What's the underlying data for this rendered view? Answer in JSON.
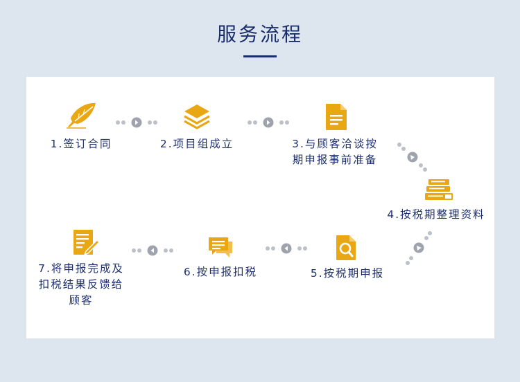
{
  "title": "服务流程",
  "colors": {
    "primary": "#1a2d6b",
    "accent": "#e9a714",
    "connector": "#bcc0c8",
    "background": "#dde6ef"
  },
  "steps": [
    {
      "icon": "feather-quill-icon",
      "lines": [
        "1.签订合同"
      ]
    },
    {
      "icon": "layers-stack-icon",
      "lines": [
        "2.项目组成立"
      ]
    },
    {
      "icon": "document-icon",
      "lines": [
        "3.与顾客洽谈按",
        "期申报事前准备"
      ]
    },
    {
      "icon": "books-stack-icon",
      "lines": [
        "4.按税期整理资料"
      ]
    },
    {
      "icon": "magnifier-document-icon",
      "lines": [
        "5.按税期申报"
      ]
    },
    {
      "icon": "chat-bubbles-icon",
      "lines": [
        "6.按申报扣税"
      ]
    },
    {
      "icon": "pencil-document-icon",
      "lines": [
        "7.将申报完成及",
        "扣税结果反馈给",
        "顾客"
      ]
    }
  ]
}
